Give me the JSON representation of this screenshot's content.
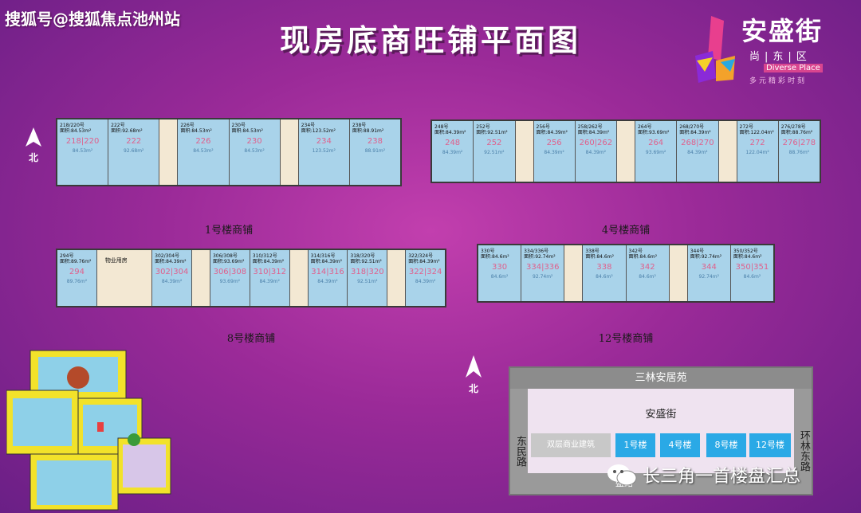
{
  "watermark": "搜狐号@搜狐焦点池州站",
  "title": "现房底商旺铺平面图",
  "logo": {
    "name": "安盛街",
    "sub": "尚|东|区",
    "en": "Diverse Place",
    "tag": "多元精彩时刻"
  },
  "north": "北",
  "building1": {
    "caption": "1号楼商铺",
    "units": [
      {
        "no": "218/220号",
        "area": "面积:84.53m²",
        "big": "218|220",
        "sm": "84.53m²"
      },
      {
        "no": "222号",
        "area": "面积:92.68m²",
        "big": "222",
        "sm": "92.68m²"
      },
      {
        "no": "226号",
        "area": "面积:84.53m²",
        "big": "226",
        "sm": "84.53m²"
      },
      {
        "no": "230号",
        "area": "面积:84.53m²",
        "big": "230",
        "sm": "84.53m²"
      },
      {
        "no": "234号",
        "area": "面积:123.52m²",
        "big": "234",
        "sm": "123.52m²"
      },
      {
        "no": "238号",
        "area": "面积:88.91m²",
        "big": "238",
        "sm": "88.91m²"
      }
    ]
  },
  "building4": {
    "caption": "4号楼商铺",
    "units": [
      {
        "no": "248号",
        "area": "面积:84.39m²",
        "big": "248",
        "sm": "84.39m²"
      },
      {
        "no": "252号",
        "area": "面积:92.51m²",
        "big": "252",
        "sm": "92.51m²"
      },
      {
        "no": "256号",
        "area": "面积:84.39m²",
        "big": "256",
        "sm": "84.39m²"
      },
      {
        "no": "258/262号",
        "area": "面积:84.39m²",
        "big": "260|262",
        "sm": "84.39m²"
      },
      {
        "no": "264号",
        "area": "面积:93.69m²",
        "big": "264",
        "sm": "93.69m²"
      },
      {
        "no": "268/270号",
        "area": "面积:84.39m²",
        "big": "268|270",
        "sm": "84.39m²"
      },
      {
        "no": "272号",
        "area": "面积:122.04m²",
        "big": "272",
        "sm": "122.04m²"
      },
      {
        "no": "276/278号",
        "area": "面积:88.76m²",
        "big": "276|278",
        "sm": "88.76m²"
      }
    ]
  },
  "building8": {
    "caption": "8号楼商铺",
    "lobby": "物业用房",
    "units": [
      {
        "no": "294号",
        "area": "面积:89.76m²",
        "big": "294",
        "sm": "89.76m²"
      },
      {
        "no": "302/304号",
        "area": "面积:84.39m²",
        "big": "302|304",
        "sm": "84.39m²"
      },
      {
        "no": "306/308号",
        "area": "面积:93.69m²",
        "big": "306|308",
        "sm": "93.69m²"
      },
      {
        "no": "310/312号",
        "area": "面积:84.39m²",
        "big": "310|312",
        "sm": "84.39m²"
      },
      {
        "no": "314/316号",
        "area": "面积:84.39m²",
        "big": "314|316",
        "sm": "84.39m²"
      },
      {
        "no": "318/320号",
        "area": "面积:92.51m²",
        "big": "318|320",
        "sm": "92.51m²"
      },
      {
        "no": "322/324号",
        "area": "面积:84.39m²",
        "big": "322|324",
        "sm": "84.39m²"
      }
    ]
  },
  "building12": {
    "caption": "12号楼商铺",
    "units": [
      {
        "no": "330号",
        "area": "面积:84.6m²",
        "big": "330",
        "sm": "84.6m²"
      },
      {
        "no": "334/336号",
        "area": "面积:92.74m²",
        "big": "334|336",
        "sm": "92.74m²"
      },
      {
        "no": "338号",
        "area": "面积:84.6m²",
        "big": "338",
        "sm": "84.6m²"
      },
      {
        "no": "342号",
        "area": "面积:84.6m²",
        "big": "342",
        "sm": "84.6m²"
      },
      {
        "no": "344号",
        "area": "面积:92.74m²",
        "big": "344",
        "sm": "92.74m²"
      },
      {
        "no": "350/352号",
        "area": "面积:84.6m²",
        "big": "350|351",
        "sm": "84.6m²"
      }
    ]
  },
  "sitemap": {
    "top_road": "三林安居苑",
    "left_road": "东民路",
    "right_road": "环林东路",
    "mid_road": "安盛街",
    "blocks": [
      "双层商业建筑",
      "1号楼",
      "4号楼",
      "8号楼",
      "12号楼"
    ],
    "bottom_road": "盛路"
  },
  "wechat": "长三角一首楼盘汇总",
  "colors": {
    "bg": "#9a2a98",
    "unit": "#a9d3ea",
    "blockBlue": "#2aa9e6"
  }
}
